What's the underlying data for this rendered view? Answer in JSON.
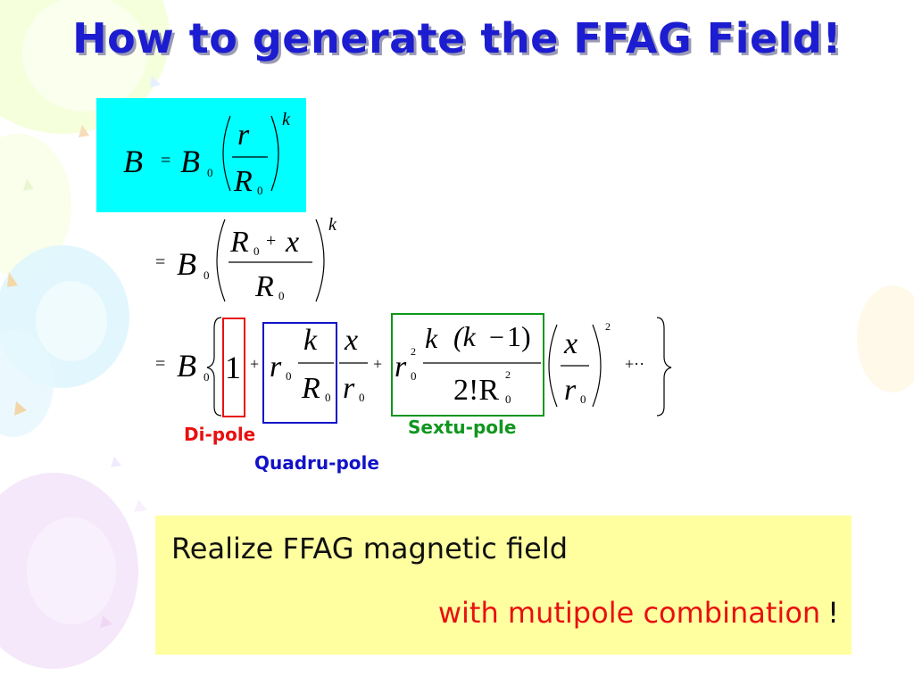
{
  "title": "How to generate the FFAG Field!",
  "formula": {
    "line1": {
      "lhs": "B",
      "eq": "=",
      "B": "B",
      "sub0": "0",
      "num": "r",
      "den": "R",
      "den_sub": "0",
      "exp": "k"
    },
    "line2": {
      "eq": "=",
      "B": "B",
      "sub0": "0",
      "num_R": "R",
      "num_sub": "0",
      "plus": "+",
      "num_x": "x",
      "den": "R",
      "den_sub": "0",
      "exp": "k"
    },
    "line3": {
      "eq": "=",
      "B": "B",
      "sub0": "0",
      "one": "1",
      "plus": "+",
      "r": "r",
      "r_sub": "0",
      "k": "k",
      "R": "R",
      "R_sub": "0",
      "x": "x",
      "sq": "2",
      "k_open": "k",
      "k_paren": "(k",
      "minus": "−",
      "one_close": "1)",
      "fact": "2!R",
      "dots": "+··"
    }
  },
  "labels": {
    "dipole": "Di-pole",
    "quadrupole": "Quadru-pole",
    "sextupole": "Sextu-pole"
  },
  "colors": {
    "title": "#1c1cd0",
    "dipole": "#e81010",
    "quadrupole": "#1212c8",
    "sextupole": "#10961e",
    "cyan_box": "#00ffff",
    "note_box": "#ffffa0"
  },
  "note": {
    "line1": "Realize FFAG magnetic field",
    "line2": "with mutipole combination",
    "exclaim": "!"
  }
}
